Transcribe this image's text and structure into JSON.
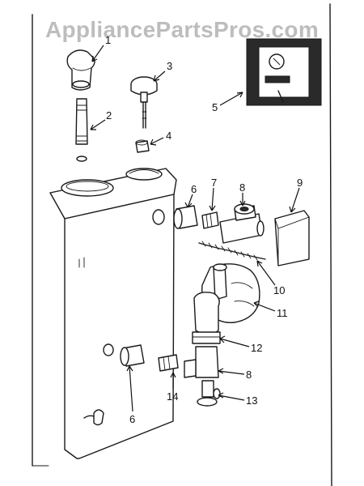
{
  "watermark": "AppliancePartsPros.com",
  "callouts": [
    {
      "id": "1",
      "label": "1"
    },
    {
      "id": "2",
      "label": "2"
    },
    {
      "id": "3",
      "label": "3"
    },
    {
      "id": "4",
      "label": "4"
    },
    {
      "id": "5",
      "label": "5"
    },
    {
      "id": "6a",
      "label": "6"
    },
    {
      "id": "7",
      "label": "7"
    },
    {
      "id": "8a",
      "label": "8"
    },
    {
      "id": "9",
      "label": "9"
    },
    {
      "id": "10",
      "label": "10"
    },
    {
      "id": "11",
      "label": "11"
    },
    {
      "id": "12",
      "label": "12"
    },
    {
      "id": "8b",
      "label": "8"
    },
    {
      "id": "13",
      "label": "13"
    },
    {
      "id": "14",
      "label": "14"
    },
    {
      "id": "6b",
      "label": "6"
    }
  ]
}
